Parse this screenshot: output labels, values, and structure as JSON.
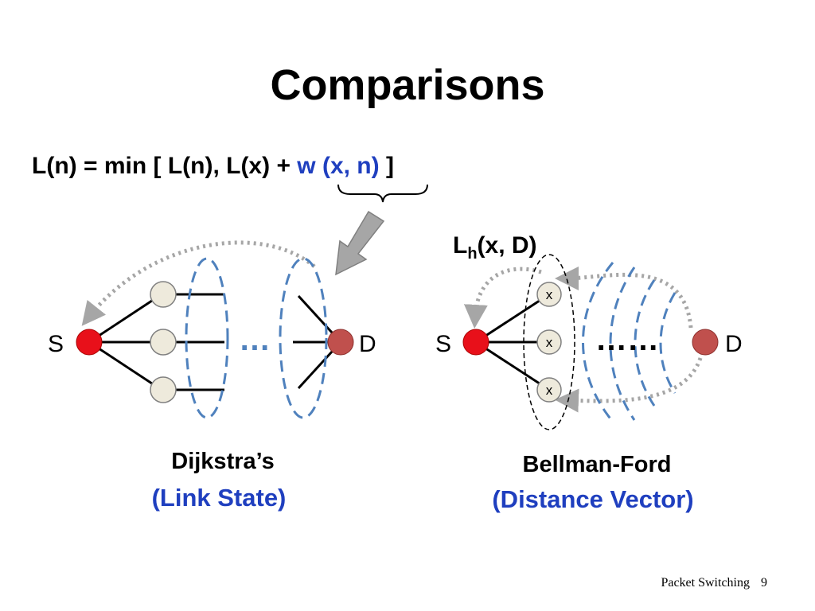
{
  "title": "Comparisons",
  "formula": {
    "left_part": "L(n) = min [ L(n), L(x) + ",
    "highlight": "w (x, n)",
    "right_part": " ]"
  },
  "bellman_label": {
    "base": "L",
    "subscript": "h",
    "args": "(x, D)"
  },
  "link_state": {
    "source_label": "S",
    "dest_label": "D",
    "dots": "…",
    "title": "Dijkstra’s",
    "subtitle": "(Link State)"
  },
  "distance_vector": {
    "source_label": "S",
    "dest_label": "D",
    "dots": "……",
    "node_labels": [
      "x",
      "x",
      "x"
    ],
    "title": "Bellman-Ford",
    "subtitle": "(Distance Vector)"
  },
  "colors": {
    "source_node": "#e8101a",
    "dest_node": "#c0504d",
    "intermediate_node": "#eeeadc",
    "dashed_ellipse": "#4f81bd",
    "dotted_arrow": "#a6a6a6",
    "highlight_text": "#1f3fbf",
    "pointer_arrow": "#a6a6a6"
  },
  "footer": {
    "text": "Packet Switching",
    "page": "9"
  }
}
